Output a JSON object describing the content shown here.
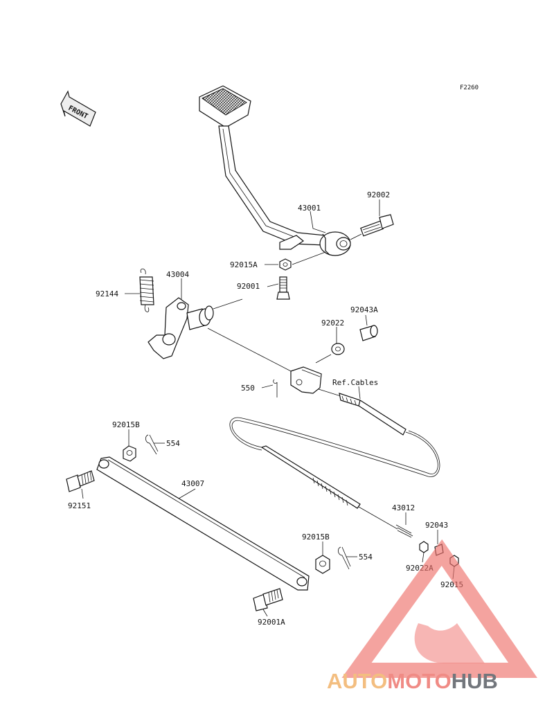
{
  "figure_code": "F2260",
  "front_label": "FRONT",
  "parts": [
    {
      "id": "p-43001",
      "label": "43001"
    },
    {
      "id": "p-92002",
      "label": "92002"
    },
    {
      "id": "p-92015A",
      "label": "92015A"
    },
    {
      "id": "p-92001",
      "label": "92001"
    },
    {
      "id": "p-43004",
      "label": "43004"
    },
    {
      "id": "p-92144",
      "label": "92144"
    },
    {
      "id": "p-92043A",
      "label": "92043A"
    },
    {
      "id": "p-92022",
      "label": "92022"
    },
    {
      "id": "p-550",
      "label": "550"
    },
    {
      "id": "p-refcables",
      "label": "Ref.Cables"
    },
    {
      "id": "p-92015B-top",
      "label": "92015B"
    },
    {
      "id": "p-554-top",
      "label": "554"
    },
    {
      "id": "p-43007",
      "label": "43007"
    },
    {
      "id": "p-92151",
      "label": "92151"
    },
    {
      "id": "p-43012",
      "label": "43012"
    },
    {
      "id": "p-92043",
      "label": "92043"
    },
    {
      "id": "p-92015B-bot",
      "label": "92015B"
    },
    {
      "id": "p-554-bot",
      "label": "554"
    },
    {
      "id": "p-92022A",
      "label": "92022A"
    },
    {
      "id": "p-92015",
      "label": "92015"
    },
    {
      "id": "p-92001A",
      "label": "92001A"
    }
  ],
  "watermark": {
    "part1": "AUTO",
    "part2": "MOTO",
    "part3": "HUB",
    "colors": {
      "auto": "#f2b36b",
      "moto": "#ee7770",
      "hub": "#5a5f66",
      "triangle": "#ee6f6a"
    }
  }
}
